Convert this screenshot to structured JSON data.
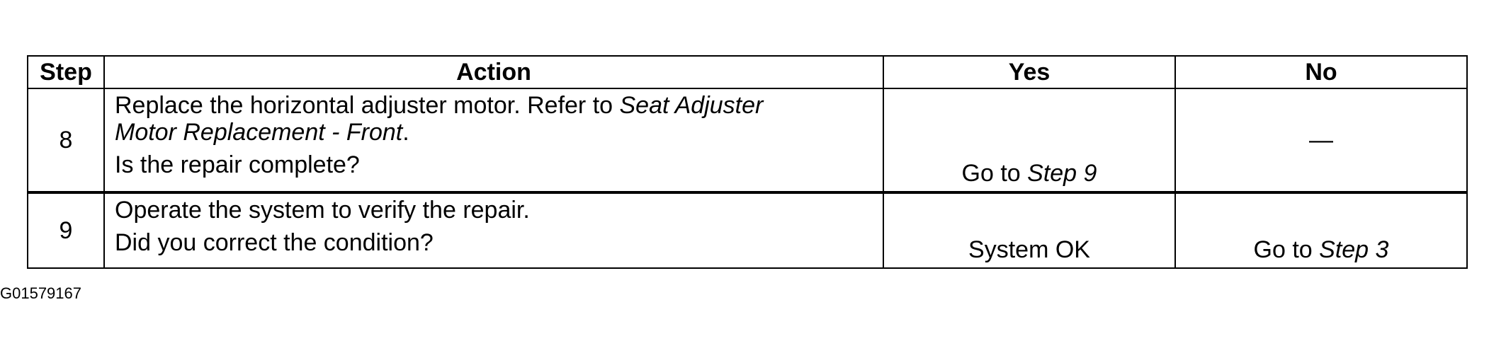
{
  "table": {
    "headers": {
      "step": "Step",
      "action": "Action",
      "yes": "Yes",
      "no": "No"
    },
    "rows": [
      {
        "step": "8",
        "action_line1_text": "Replace the horizontal adjuster motor. Refer to ",
        "action_line1_ref": "Seat Adjuster",
        "action_line2_ref": "Motor Replacement - Front",
        "action_line2_tail": ".",
        "question": "Is the repair complete?",
        "yes_text": "Go to ",
        "yes_ref": "Step 9",
        "no_text": "—"
      },
      {
        "step": "9",
        "action_line1_text": "Operate the system to verify the repair.",
        "question": "Did you correct the condition?",
        "yes_text": "System OK",
        "no_text": "Go to ",
        "no_ref": "Step 3"
      }
    ]
  },
  "figure_id": "G01579167"
}
